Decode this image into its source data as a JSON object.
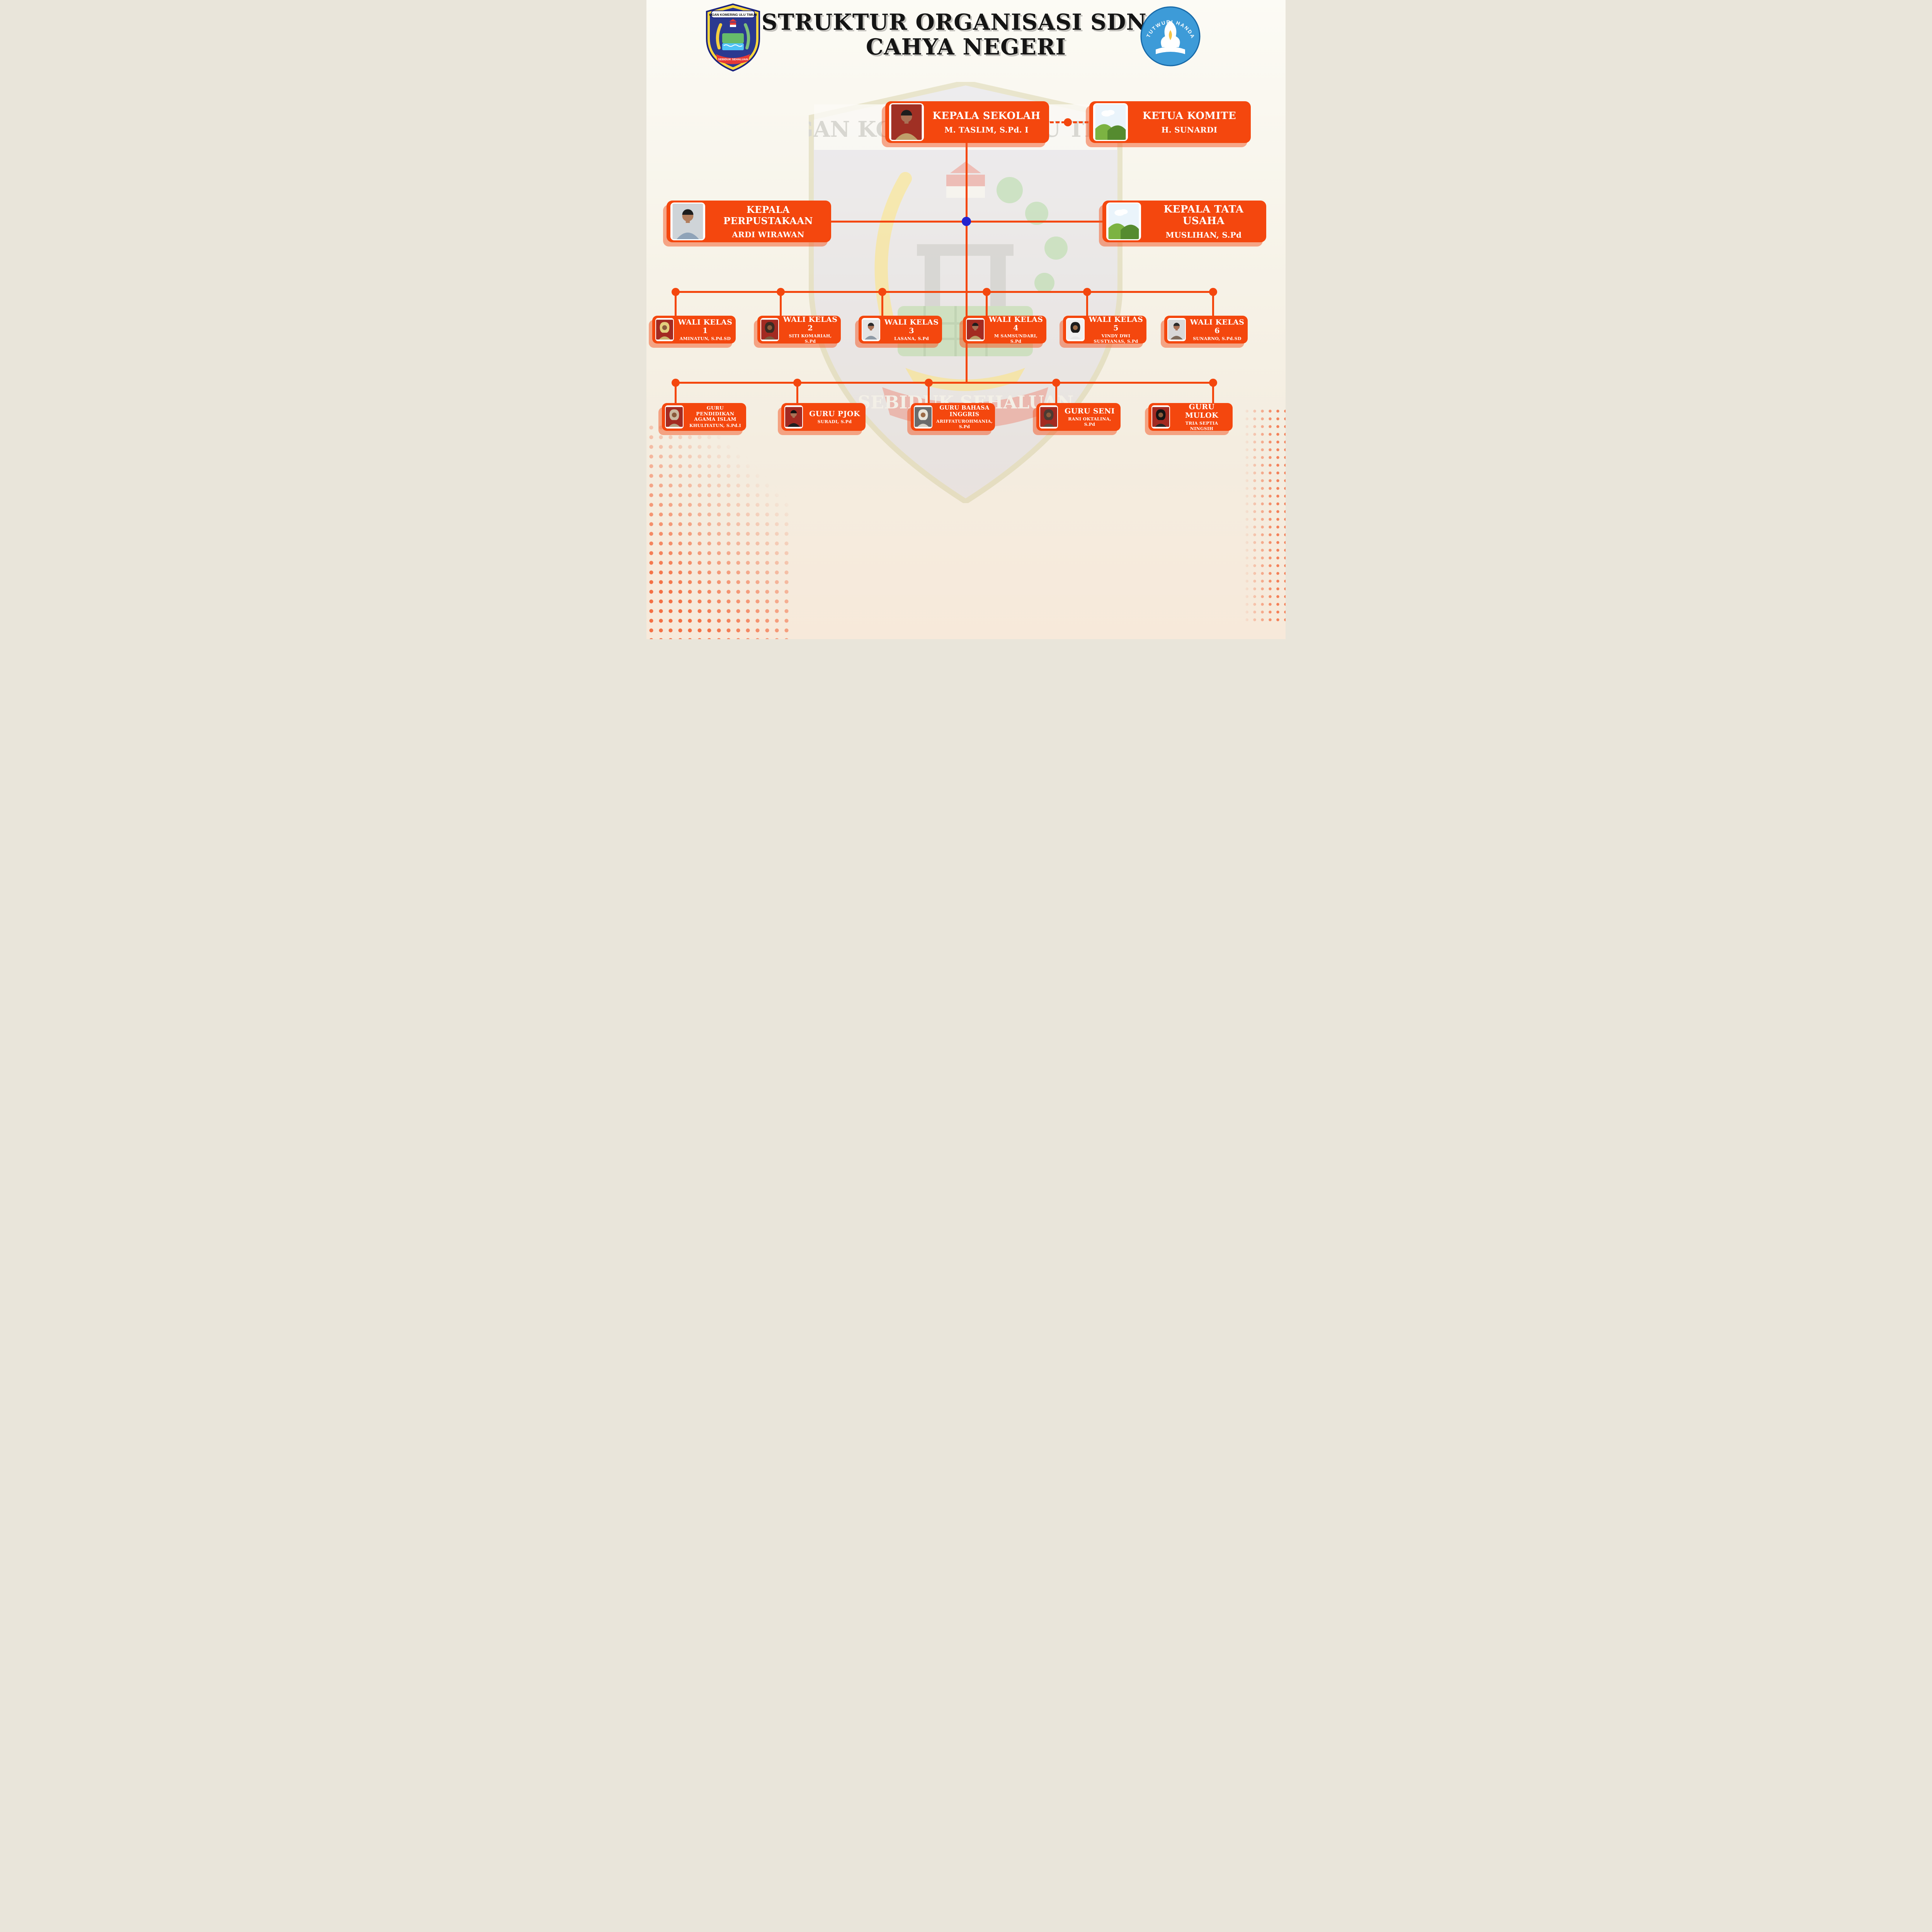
{
  "page": {
    "title_line1": "STRUKTUR ORGANISASI SDN 2",
    "title_line2": "CAHYA NEGERI"
  },
  "logos": {
    "left_crest_banner": "OGAN KOMERING ULU TIMUR",
    "left_crest_ribbon": "SEBIDUK SEHALUAN",
    "right_emblem_label": "TUTWURI HANDAYANI"
  },
  "watermark": {
    "text": "OGAN KOMERING ULU TIMUR",
    "ribbon": "SEBIDUK SEHALUAN"
  },
  "colors": {
    "accent": "#F4470E",
    "box_shadow": "rgba(243,86,34,0.5)",
    "junction_dot": "#2424CF",
    "title_text": "#141414"
  },
  "nodes": {
    "kepala_sekolah": {
      "title": "KEPALA SEKOLAH",
      "name": "M. TASLIM, S.Pd. I"
    },
    "ketua_komite": {
      "title": "KETUA KOMITE",
      "name": "H. SUNARDI"
    },
    "kepala_perpustakaan": {
      "title": "KEPALA PERPUSTAKAAN",
      "name": "ARDI WIRAWAN"
    },
    "kepala_tata_usaha": {
      "title": "KEPALA TATA USAHA",
      "name": "MUSLIHAN, S.Pd"
    },
    "wali_kelas": [
      {
        "title": "WALI KELAS 1",
        "name": "AMINATUN, S.Pd.SD"
      },
      {
        "title": "WALI KELAS 2",
        "name": "SITI KOMARIAH, S.Pd"
      },
      {
        "title": "WALI KELAS 3",
        "name": "LASANA, S.Pd"
      },
      {
        "title": "WALI KELAS 4",
        "name": "M SAMSUNDARI, S.Pd"
      },
      {
        "title": "WALI KELAS 5",
        "name": "VINDY DWI SUSTYANAS, S.Pd"
      },
      {
        "title": "WALI KELAS 6",
        "name": "SUNARNO, S.Pd.SD"
      }
    ],
    "guru": [
      {
        "title": "GURU PENDIDIKAN AGAMA ISLAM",
        "name": "KHULIYATUN, S.Pd.I"
      },
      {
        "title": "GURU PJOK",
        "name": "SURADI, S.Pd"
      },
      {
        "title": "GURU BAHASA INGGRIS",
        "name": "ARIFFATUROHMANIA, S.Pd"
      },
      {
        "title": "GURU SENI",
        "name": "RANI OKTALINA, S.Pd"
      },
      {
        "title": "GURU MULOK",
        "name": "TRIA SEPTIA NINGSIH"
      }
    ]
  }
}
